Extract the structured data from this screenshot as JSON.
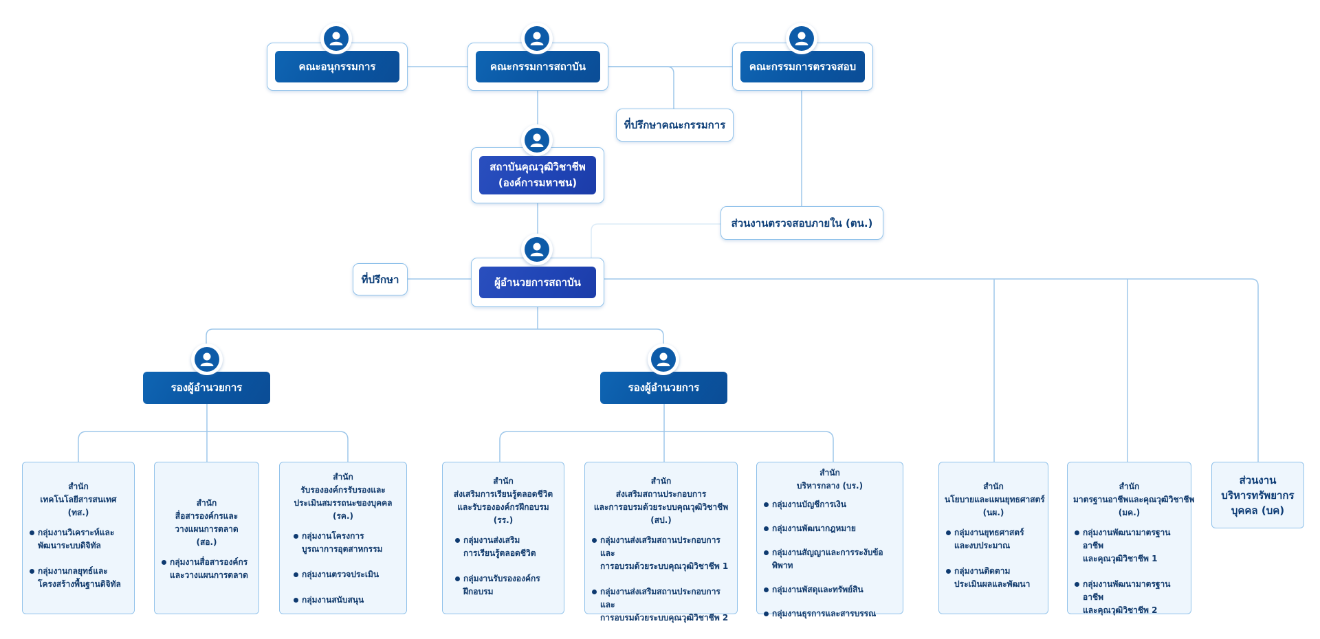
{
  "top": {
    "subcommittee": "คณะอนุกรรมการ",
    "board": "คณะกรรมการสถาบัน",
    "audit_committee": "คณะกรรมการตรวจสอบ",
    "board_advisor": "ที่ปรึกษาคณะกรรมการ"
  },
  "institute": {
    "line1": "สถาบันคุณวุฒิวิชาชีพ",
    "line2": "(องค์การมหาชน)"
  },
  "internal_audit": "ส่วนงานตรวจสอบภายใน (ตน.)",
  "director": "ผู้อำนวยการสถาบัน",
  "advisor": "ที่ปรึกษา",
  "deputy_left": "รองผู้อำนวยการ",
  "deputy_right": "รองผู้อำนวยการ",
  "cards": [
    {
      "title": [
        "สำนัก",
        "เทคโนโลยีสารสนเทศ",
        "(ทส.)"
      ],
      "items": [
        [
          "กลุ่มงานวิเคราะห์และ",
          "พัฒนาระบบดิจิทัล"
        ],
        [
          "กลุ่มงานกลยุทธ์และ",
          "โครงสร้างพื้นฐานดิจิทัล"
        ]
      ]
    },
    {
      "title": [
        "สำนัก",
        "สื่อสารองค์กรและ",
        "วางแผนการตลาด",
        "(สอ.)"
      ],
      "items": [
        [
          "กลุ่มงานสื่อสารองค์กร",
          "และวางแผนการตลาด"
        ]
      ]
    },
    {
      "title": [
        "สำนัก",
        "รับรององค์กรรับรองและ",
        "ประเมินสมรรถนะของบุคคล",
        "(รค.)"
      ],
      "items": [
        [
          "กลุ่มงานโครงการ",
          "บูรณาการอุตสาหกรรม"
        ],
        [
          "กลุ่มงานตรวจประเมิน"
        ],
        [
          "กลุ่มงานสนับสนุน"
        ]
      ]
    },
    {
      "title": [
        "สำนัก",
        "ส่งเสริมการเรียนรู้ตลอดชีวิต",
        "และรับรององค์กรฝึกอบรม",
        "(รร.)"
      ],
      "items": [
        [
          "กลุ่มงานส่งเสริม",
          "การเรียนรู้ตลอดชีวิต"
        ],
        [
          "กลุ่มงานรับรององค์กร",
          "ฝึกอบรม"
        ]
      ]
    },
    {
      "title": [
        "สำนัก",
        "ส่งเสริมสถานประกอบการ",
        "และการอบรมด้วยระบบคุณวุฒิวิชาชีพ",
        "(สป.)"
      ],
      "items": [
        [
          "กลุ่มงานส่งเสริมสถานประกอบการและ",
          "การอบรมด้วยระบบคุณวุฒิวิชาชีพ 1"
        ],
        [
          "กลุ่มงานส่งเสริมสถานประกอบการและ",
          "การอบรมด้วยระบบคุณวุฒิวิชาชีพ 2"
        ]
      ]
    },
    {
      "title": [
        "สำนัก",
        "บริหารกลาง (บร.)"
      ],
      "items": [
        [
          "กลุ่มงานบัญชีการเงิน"
        ],
        [
          "กลุ่มงานพัฒนากฎหมาย"
        ],
        [
          "กลุ่มงานสัญญาและการระงับข้อพิพาท"
        ],
        [
          "กลุ่มงานพัสดุและทรัพย์สิน"
        ],
        [
          "กลุ่มงานธุรการและสารบรรณ"
        ]
      ]
    },
    {
      "title": [
        "สำนัก",
        "นโยบายและแผนยุทธศาสตร์",
        "(นผ.)"
      ],
      "items": [
        [
          "กลุ่มงานยุทธศาสตร์",
          "และงบประมาณ"
        ],
        [
          "กลุ่มงานติดตาม",
          "ประเมินผลและพัฒนา"
        ]
      ]
    },
    {
      "title": [
        "สำนัก",
        "มาตรฐานอาชีพและคุณวุฒิวิชาชีพ",
        "(มค.)"
      ],
      "items": [
        [
          "กลุ่มงานพัฒนามาตรฐานอาชีพ",
          "และคุณวุฒิวิชาชีพ 1"
        ],
        [
          "กลุ่มงานพัฒนามาตรฐานอาชีพ",
          "และคุณวุฒิวิชาชีพ 2"
        ]
      ]
    },
    {
      "title": [
        "ส่วนงาน",
        "บริหารทรัพยากร",
        "บุคคล (บค)"
      ],
      "items": []
    }
  ],
  "colors": {
    "pill": "#0a56a3",
    "pill_royal": "#1f44b5",
    "line": "#9ec7ea",
    "card_bg": "#eef6fd"
  }
}
